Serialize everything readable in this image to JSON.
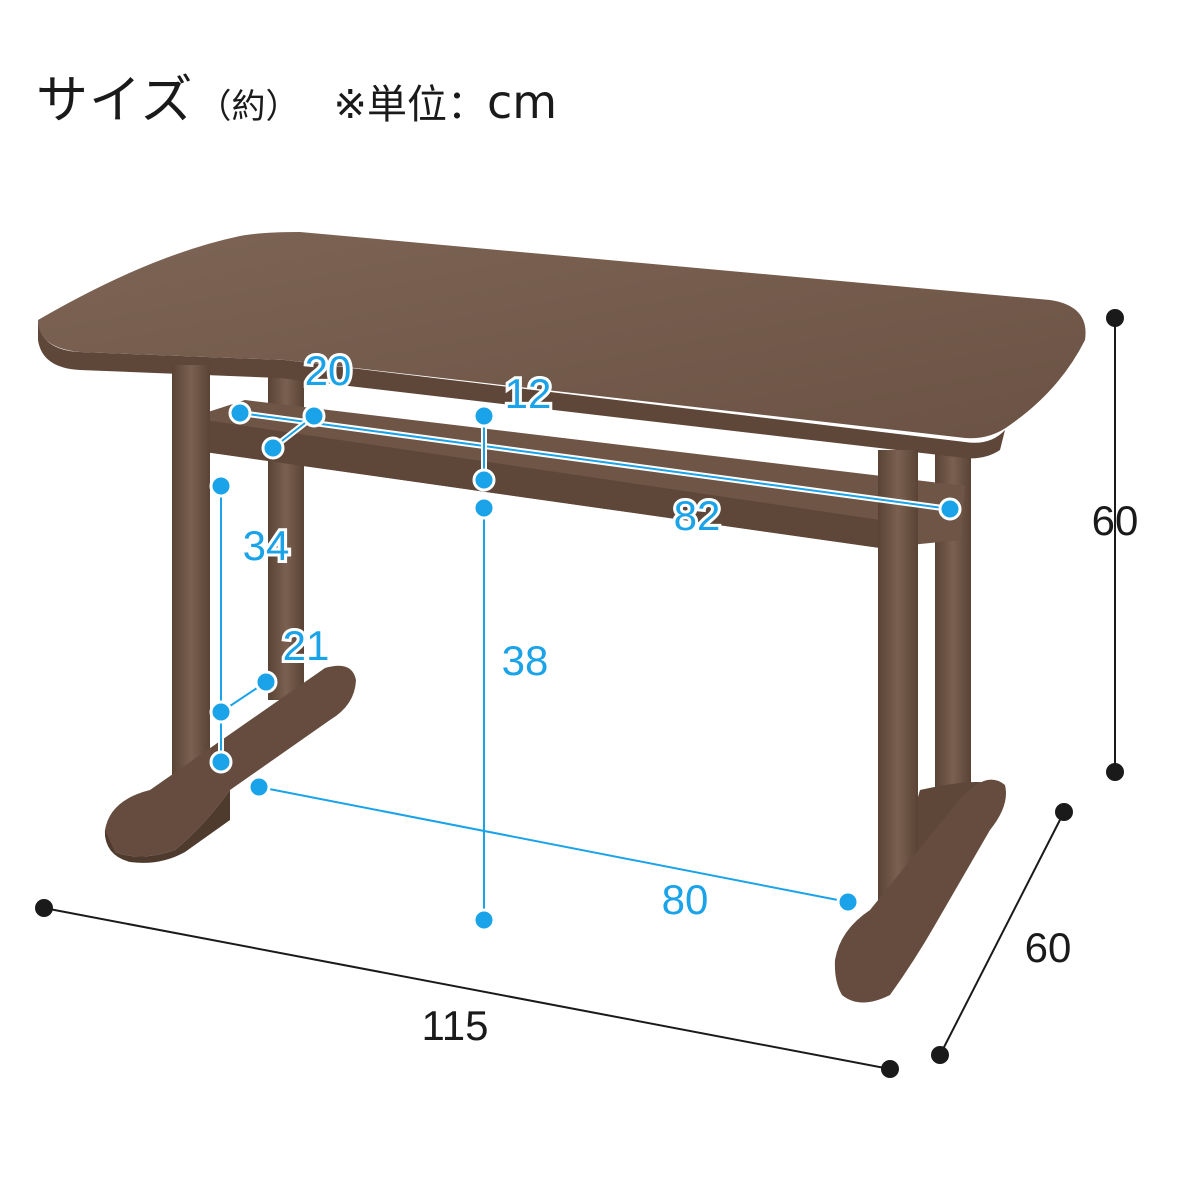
{
  "header": {
    "title": "サイズ",
    "approx": "（約）",
    "unit_label": "※単位：",
    "unit": "cm"
  },
  "dimensions": {
    "overall_width": "115",
    "overall_depth": "60",
    "overall_height": "60",
    "leg_span": "80",
    "shelf_width": "82",
    "shelf_depth": "20",
    "shelf_gap": "12",
    "floor_to_shelf": "38",
    "leg_height": "34",
    "base_depth": "21"
  },
  "colors": {
    "wood": "#7b6253",
    "wood_dark": "#5e4638",
    "dimension_blue": "#1aa3e8",
    "dimension_black": "#1a1a1a"
  }
}
